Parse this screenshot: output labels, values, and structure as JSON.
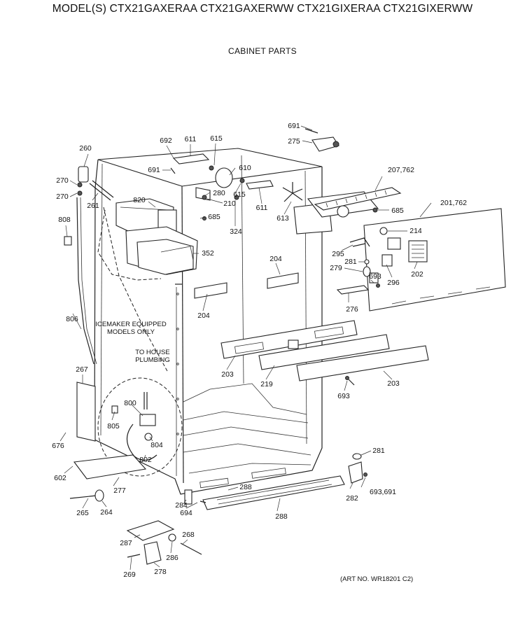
{
  "header": {
    "title": "MODEL(S) CTX21GAXERAA  CTX21GAXERWW  CTX21GIXERAA  CTX21GIXERWW",
    "section": "CABINET PARTS"
  },
  "notes": {
    "icemaker": [
      "ICEMAKER EQUIPPED",
      "MODELS ONLY"
    ],
    "plumbing": [
      "TO HOUSE",
      "PLUMBING"
    ]
  },
  "art_number": "(ART NO. WR18201 C2)",
  "callouts": {
    "c691a": "691",
    "c275": "275",
    "c692": "692",
    "c611a": "611",
    "c615a": "615",
    "c260": "260",
    "c691b": "691",
    "c610": "610",
    "c207_762": "207,762",
    "c270a": "270",
    "c270b": "270",
    "c261": "261",
    "c820": "820",
    "c280": "280",
    "c615b": "615",
    "c210": "210",
    "c611b": "611",
    "c685a": "685",
    "c201_762": "201,762",
    "c808": "808",
    "c685b": "685",
    "c324": "324",
    "c613": "613",
    "c214": "214",
    "c352": "352",
    "c295": "295",
    "c204a": "204",
    "c281a": "281",
    "c279": "279",
    "c693a": "693",
    "c296": "296",
    "c202": "202",
    "c276": "276",
    "c204b": "204",
    "c806": "806",
    "c203a": "203",
    "c219": "219",
    "c203b": "203",
    "c267": "267",
    "c693b": "693",
    "c800": "800",
    "c805": "805",
    "c804": "804",
    "c676": "676",
    "c802": "802",
    "c281b": "281",
    "c602": "602",
    "c693_691": "693,691",
    "c277": "277",
    "c288a": "288",
    "c282": "282",
    "c284": "284",
    "c694": "694",
    "c265": "265",
    "c264": "264",
    "c288b": "288",
    "c268": "268",
    "c287": "287",
    "c286": "286",
    "c269": "269",
    "c278": "278"
  }
}
